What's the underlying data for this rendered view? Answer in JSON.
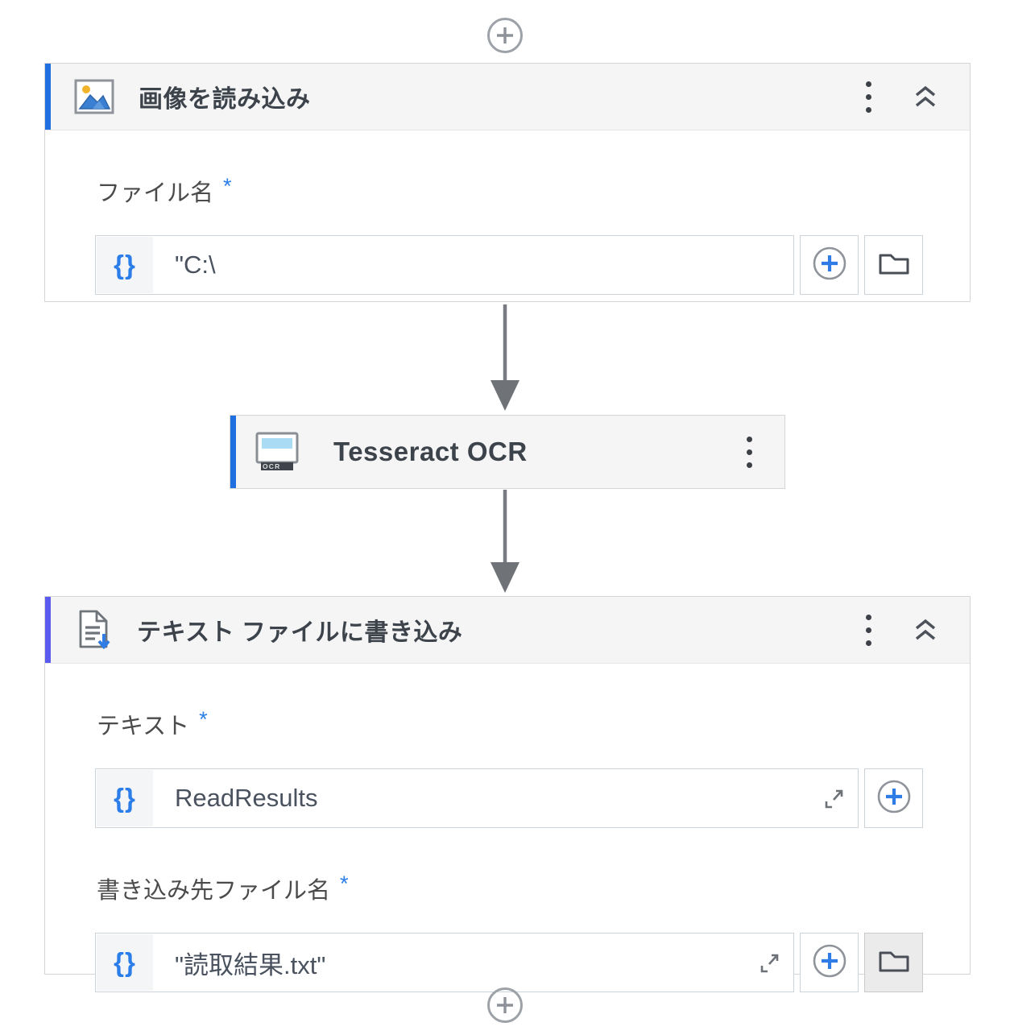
{
  "colors": {
    "accent_blue": "#1f6fe0",
    "accent_violet": "#5a5bee",
    "expression_blue": "#2b7de9",
    "header_bg": "#f5f5f6",
    "title_text": "#3d434b",
    "arrow_gray": "#787c82"
  },
  "icons": {
    "expression": "{}",
    "kebab_menu": "vertical-three-dots",
    "collapse": "double-chevron-up",
    "insert_variable": "circled-plus",
    "browse_folder": "folder",
    "open_editor": "expand-diagonal-arrow",
    "add_node": "circled-plus",
    "node_load_image": "image-picture",
    "node_tesseract": "ocr-reader-device",
    "node_write_text": "document-with-down-arrow"
  },
  "nodes": [
    {
      "title": "画像を読み込み",
      "fields": [
        {
          "label": "ファイル名",
          "required_marker": "*",
          "value": "\"C:\\"
        }
      ]
    },
    {
      "title": "Tesseract OCR",
      "icon_label": "OCR",
      "fields": []
    },
    {
      "title": "テキスト ファイルに書き込み",
      "fields": [
        {
          "label": "テキスト",
          "required_marker": "*",
          "value": "ReadResults"
        },
        {
          "label": "書き込み先ファイル名",
          "required_marker": "*",
          "value": "\"読取結果.txt\""
        }
      ]
    }
  ]
}
